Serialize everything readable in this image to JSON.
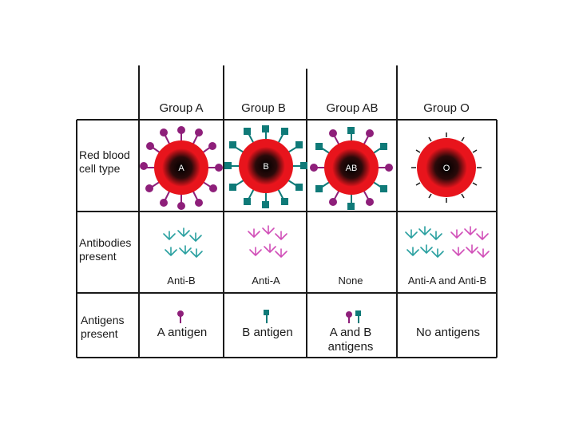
{
  "columns": [
    {
      "header": "Group A",
      "cell_letter": "A",
      "antibody": "Anti-B",
      "antigen": "A antigen"
    },
    {
      "header": "Group B",
      "cell_letter": "B",
      "antibody": "Anti-A",
      "antigen": "B antigen"
    },
    {
      "header": "Group AB",
      "cell_letter": "AB",
      "antibody": "None",
      "antigen": "A and B antigens"
    },
    {
      "header": "Group O",
      "cell_letter": "O",
      "antibody": "Anti-A and Anti-B",
      "antigen": "No antigens"
    }
  ],
  "rows": {
    "red_blood_cell_type": "Red blood cell type",
    "antibodies_present": "Antibodies present",
    "antigens_present": "Antigens present"
  },
  "colors": {
    "cell_red": "#e8141c",
    "cell_core": "#1a1a1a",
    "antigen_a": "#8e1f7a",
    "antigen_b": "#0f7a78",
    "antibody_teal": "#2aa0a0",
    "antibody_pink": "#d14fb8",
    "grid": "#1a1a1a"
  }
}
